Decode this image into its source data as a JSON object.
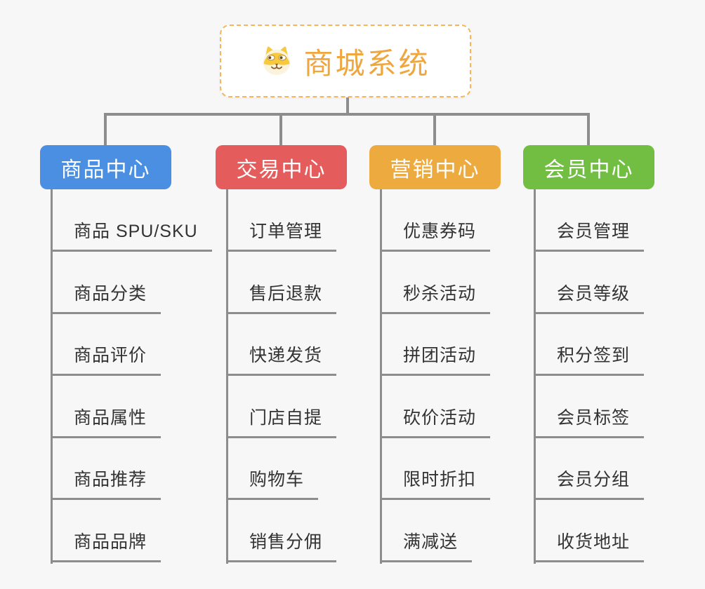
{
  "root": {
    "title": "商城系统",
    "icon": "dog-face-icon"
  },
  "branches": [
    {
      "label": "商品中心",
      "color": "#4B8FE2",
      "children": [
        "商品 SPU/SKU",
        "商品分类",
        "商品评价",
        "商品属性",
        "商品推荐",
        "商品品牌"
      ]
    },
    {
      "label": "交易中心",
      "color": "#E45C5C",
      "children": [
        "订单管理",
        "售后退款",
        "快递发货",
        "门店自提",
        "购物车",
        "销售分佣"
      ]
    },
    {
      "label": "营销中心",
      "color": "#EDAB3F",
      "children": [
        "优惠券码",
        "秒杀活动",
        "拼团活动",
        "砍价活动",
        "限时折扣",
        "满减送"
      ]
    },
    {
      "label": "会员中心",
      "color": "#71BE43",
      "children": [
        "会员管理",
        "会员等级",
        "积分签到",
        "会员标签",
        "会员分组",
        "收货地址"
      ]
    }
  ],
  "colors": {
    "background": "#F7F7F8",
    "connector": "#8D8D8D",
    "root_border": "#F4B659",
    "root_text": "#F0A63E",
    "leaf_text": "#333333",
    "header_text": "#FFFFFF"
  }
}
